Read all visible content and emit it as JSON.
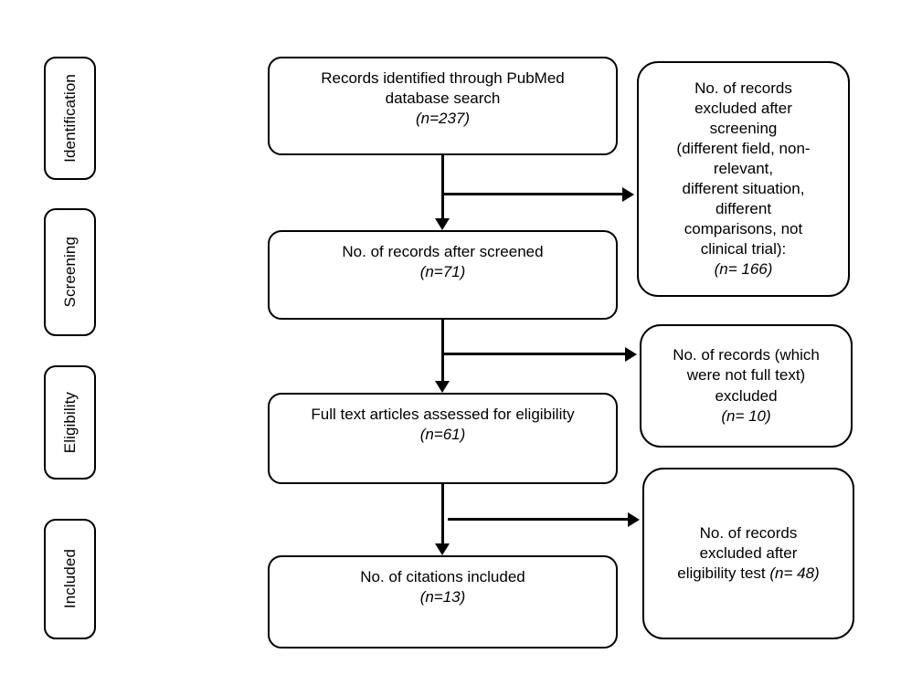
{
  "diagram": {
    "type": "prisma-flow-diagram",
    "stages": [
      {
        "name": "identification",
        "label": "Identification"
      },
      {
        "name": "screening",
        "label": "Screening"
      },
      {
        "name": "eligibility",
        "label": "Eligibility"
      },
      {
        "name": "included",
        "label": "Included"
      }
    ],
    "flow_boxes": [
      {
        "name": "records-identified",
        "line1": "Records identified through PubMed",
        "line2": "database search",
        "n": "(n=237)"
      },
      {
        "name": "records-after-screened",
        "line1": "No. of records after screened",
        "n": "(n=71)"
      },
      {
        "name": "full-text-assessed",
        "line1": "Full text articles assessed for eligibility",
        "n": "(n=61)"
      },
      {
        "name": "citations-included",
        "line1": "No. of citations included",
        "n": "(n=13)"
      }
    ],
    "exclusion_boxes": [
      {
        "name": "excluded-after-screening",
        "line1": "No. of records",
        "line2": "excluded after",
        "line3": "screening",
        "line4": "(different field, non-",
        "line5": "relevant,",
        "line6": "different situation,",
        "line7": "different",
        "line8": "comparisons, not",
        "line9": "clinical trial):",
        "n": "(n= 166)"
      },
      {
        "name": "excluded-not-full-text",
        "line1": "No. of records (which",
        "line2": "were not full text)",
        "line3": "excluded",
        "n": "(n= 10)"
      },
      {
        "name": "excluded-after-eligibility",
        "line1": "No. of records",
        "line2": "excluded after",
        "line3": "eligibility test",
        "n": "(n= 48)"
      }
    ],
    "colors": {
      "stroke": "#000000",
      "fill": "#ffffff",
      "text": "#000000"
    }
  }
}
